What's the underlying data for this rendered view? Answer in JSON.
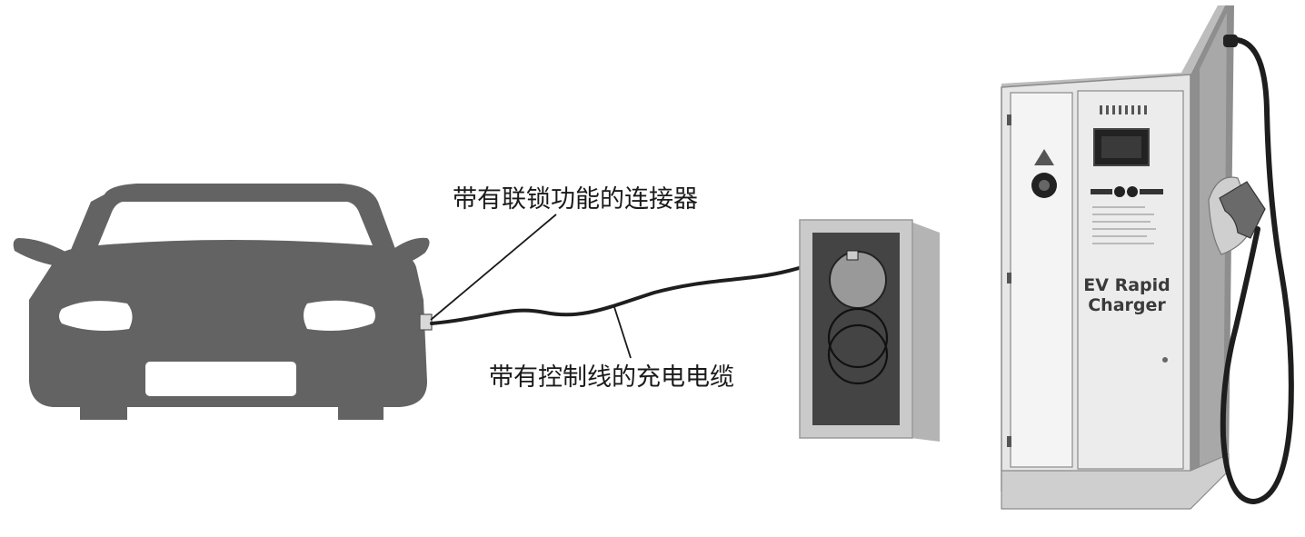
{
  "labels": {
    "connector": "带有联锁功能的连接器",
    "cable": "带有控制线的充电电缆"
  },
  "charger": {
    "badge_line1": "EV Rapid",
    "badge_line2": "Charger"
  },
  "colors": {
    "car": "#636363",
    "car_light": "#ffffff",
    "cable": "#1e1e1e",
    "socket_frame": "#c8c8c8",
    "socket_face": "#444444",
    "charger_body": "#e4e4e4",
    "charger_side": "#9a9a9a"
  }
}
